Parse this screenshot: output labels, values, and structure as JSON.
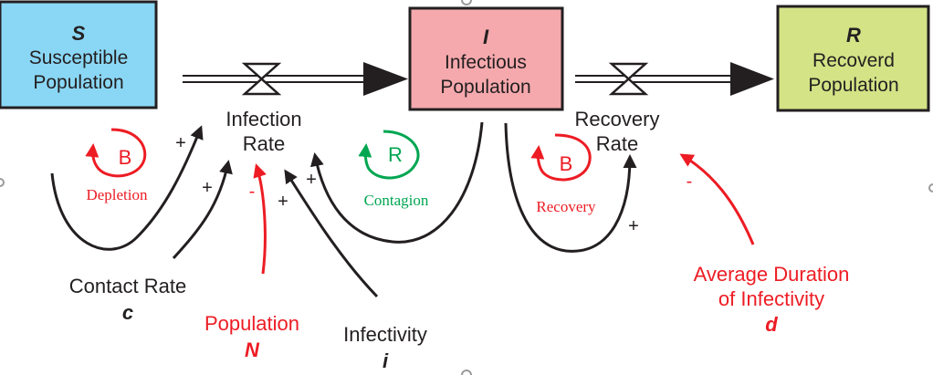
{
  "colors": {
    "susceptible_fill": "#8ad7f5",
    "infectious_fill": "#f5a9ad",
    "recovered_fill": "#d3e386",
    "stock_border": "#231f20",
    "link_black": "#231f20",
    "link_red": "#ed1c24",
    "loop_green": "#00a651",
    "handle_gray": "#9a9a9a"
  },
  "stocks": [
    {
      "id": "S",
      "symbol": "S",
      "line1": "Susceptible",
      "line2": "Population"
    },
    {
      "id": "I",
      "symbol": "I",
      "line1": "Infectious",
      "line2": "Population"
    },
    {
      "id": "R",
      "symbol": "R",
      "line1": "Recoverd",
      "line2": "Population"
    }
  ],
  "flows": [
    {
      "id": "infection",
      "line1": "Infection",
      "line2": "Rate",
      "from": "S",
      "to": "I"
    },
    {
      "id": "recovery",
      "line1": "Recovery",
      "line2": "Rate",
      "from": "I",
      "to": "R"
    }
  ],
  "variables": [
    {
      "id": "contact_rate",
      "label": "Contact Rate",
      "symbol": "c",
      "color": "black"
    },
    {
      "id": "population",
      "label": "Population",
      "symbol": "N",
      "color": "red"
    },
    {
      "id": "infectivity",
      "label": "Infectivity",
      "symbol": "i",
      "color": "black"
    },
    {
      "id": "avg_duration",
      "line1": "Average Duration",
      "line2": "of Infectivity",
      "symbol": "d",
      "color": "red"
    }
  ],
  "loops": [
    {
      "id": "depletion",
      "type": "B",
      "name": "Depletion",
      "color": "red"
    },
    {
      "id": "contagion",
      "type": "R",
      "name": "Contagion",
      "color": "green"
    },
    {
      "id": "recovery",
      "type": "B",
      "name": "Recovery",
      "color": "red"
    }
  ],
  "links": [
    {
      "from": "S",
      "to": "infection",
      "polarity": "+"
    },
    {
      "from": "contact_rate",
      "to": "infection",
      "polarity": "+"
    },
    {
      "from": "population",
      "to": "infection",
      "polarity": "-"
    },
    {
      "from": "infectivity",
      "to": "infection",
      "polarity": "+"
    },
    {
      "from": "I",
      "to": "infection",
      "polarity": "+"
    },
    {
      "from": "I",
      "to": "recovery",
      "polarity": "+"
    },
    {
      "from": "avg_duration",
      "to": "recovery",
      "polarity": "-"
    }
  ]
}
